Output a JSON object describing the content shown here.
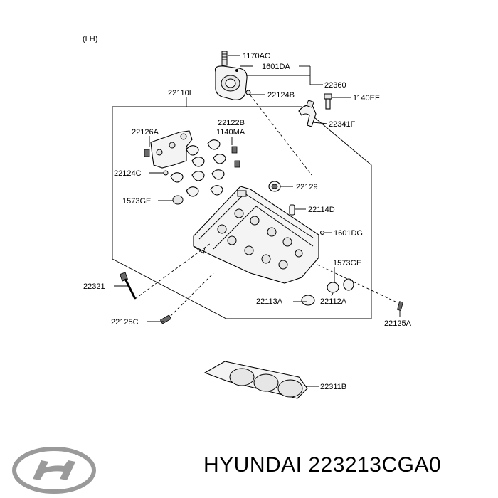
{
  "diagram": {
    "side": "(LH)",
    "labels": {
      "l1170AC": "1170AC",
      "l1601DA": "1601DA",
      "l22360": "22360",
      "l22124B": "22124B",
      "l1140EF": "1140EF",
      "l22110L": "22110L",
      "l22341F": "22341F",
      "l22122B": "22122B",
      "l1140MA": "1140MA",
      "l22126A": "22126A",
      "l22124C": "22124C",
      "l22129": "22129",
      "l1573GE_a": "1573GE",
      "l22114D": "22114D",
      "l1601DG": "1601DG",
      "l1573GE_b": "1573GE",
      "l22321": "22321",
      "l22113A": "22113A",
      "l22112A": "22112A",
      "l22125C": "22125C",
      "l22125A": "22125A",
      "l22311B": "22311B"
    }
  },
  "footer": {
    "caption": "HYUNDAI 223213CGA0",
    "logo": "hyundai-logo"
  }
}
